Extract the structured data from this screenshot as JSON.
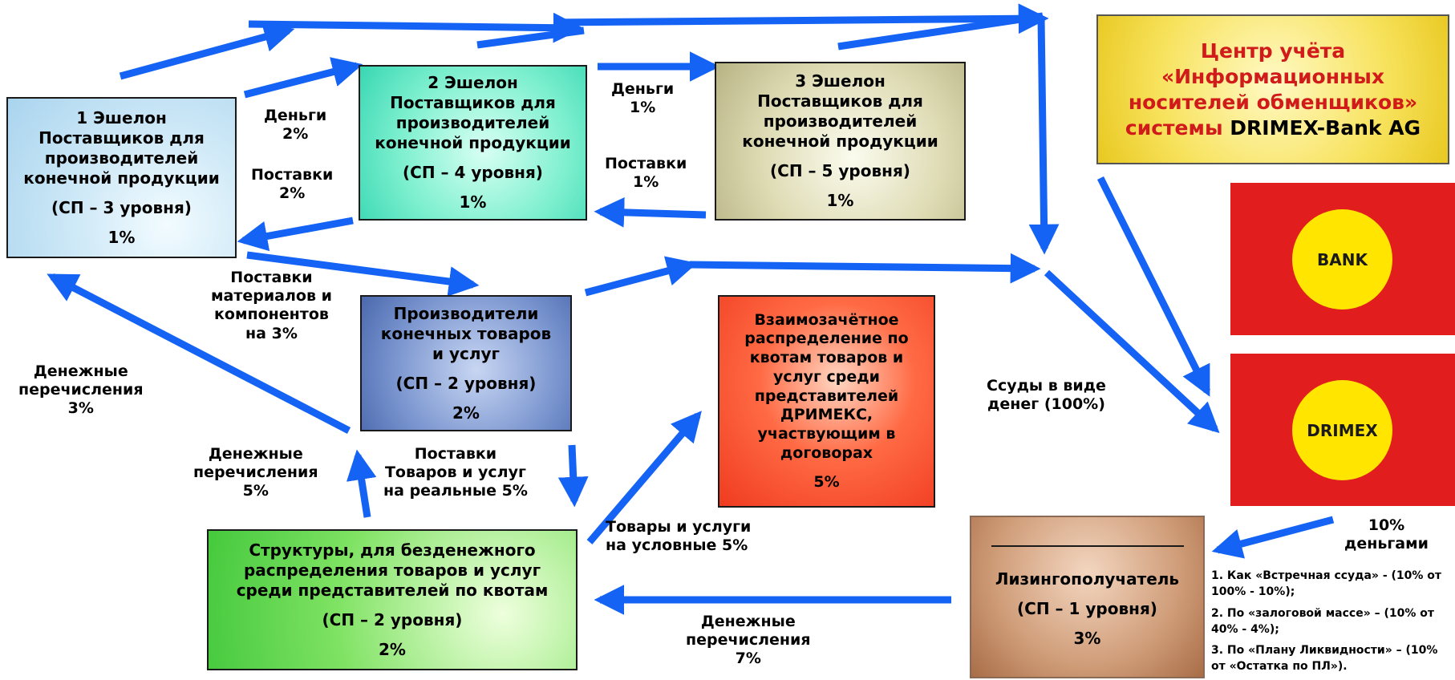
{
  "boxes": {
    "echelon1": {
      "line1": "1 Эшелон",
      "line2": "Поставщиков для",
      "line3": "производителей",
      "line4": "конечной продукции",
      "level": "(СП – 3 уровня)",
      "pct": "1%"
    },
    "echelon2": {
      "line1": "2 Эшелон",
      "line2": "Поставщиков для",
      "line3": "производителей",
      "line4": "конечной продукции",
      "level": "(СП – 4 уровня)",
      "pct": "1%"
    },
    "echelon3": {
      "line1": "3 Эшелон",
      "line2": "Поставщиков для",
      "line3": "производителей",
      "line4": "конечной продукции",
      "level": "(СП – 5 уровня)",
      "pct": "1%"
    },
    "producers": {
      "line1": "Производители",
      "line2": "конечных товаров",
      "line3": "и услуг",
      "level": "(СП – 2 уровня)",
      "pct": "2%"
    },
    "mutual": {
      "line1": "Взаимозачётное",
      "line2": "распределение по",
      "line3": "квотам товаров и",
      "line4": "услуг среди",
      "line5": "представителей",
      "line6": "ДРИМЕКС,",
      "line7": "участвующим в",
      "line8": "договорах",
      "pct": "5%"
    },
    "structures": {
      "line1": "Структуры, для безденежного",
      "line2": "распределения товаров и услуг",
      "line3": "среди представителей по квотам",
      "level": "(СП – 2 уровня)",
      "pct": "2%"
    },
    "lessee": {
      "title": "Лизингополучатель",
      "level": "(СП – 1 уровня)",
      "pct": "3%"
    },
    "center": {
      "line1": "Центр учёта",
      "line2": "«Информационных",
      "line3": "носителей обменщиков»",
      "line4_red": "системы",
      "line4_black": "DRIMEX-Bank AG"
    }
  },
  "flags": {
    "bank": "BANK",
    "drimex": "DRIMEX"
  },
  "labels": {
    "money2_a": "Деньги",
    "money2_b": "2%",
    "supply2_a": "Поставки",
    "supply2_b": "2%",
    "money1_a": "Деньги",
    "money1_b": "1%",
    "supply1_a": "Поставки",
    "supply1_b": "1%",
    "materials_a": "Поставки",
    "materials_b": "материалов и",
    "materials_c": "компонентов",
    "materials_d": "на 3%",
    "transfers3_a": "Денежные",
    "transfers3_b": "перечисления",
    "transfers3_c": "3%",
    "transfers5_a": "Денежные",
    "transfers5_b": "перечисления",
    "transfers5_c": "5%",
    "real5_a": "Поставки",
    "real5_b": "Товаров и услуг",
    "real5_c": "на реальные 5%",
    "cond5_a": "Товары и услуги",
    "cond5_b": "на условные 5%",
    "transfers7_a": "Денежные",
    "transfers7_b": "перечисления",
    "transfers7_c": "7%",
    "loans_a": "Ссуды в виде",
    "loans_b": "денег (100%)",
    "cash10_a": "10%",
    "cash10_b": "деньгами"
  },
  "notes": [
    "1. Как «Встречная ссуда» - (10% от 100% - 10%);",
    "2. По «залоговой массе» – (10% от 40% - 4%);",
    "3. По «Плану Ликвидности» – (10% от «Остатка по ПЛ»)."
  ],
  "colors": {
    "arrow": "#1463f5",
    "flag_red": "#e21d1d",
    "flag_yellow": "#ffe500",
    "accent_red": "#d11a1a"
  }
}
